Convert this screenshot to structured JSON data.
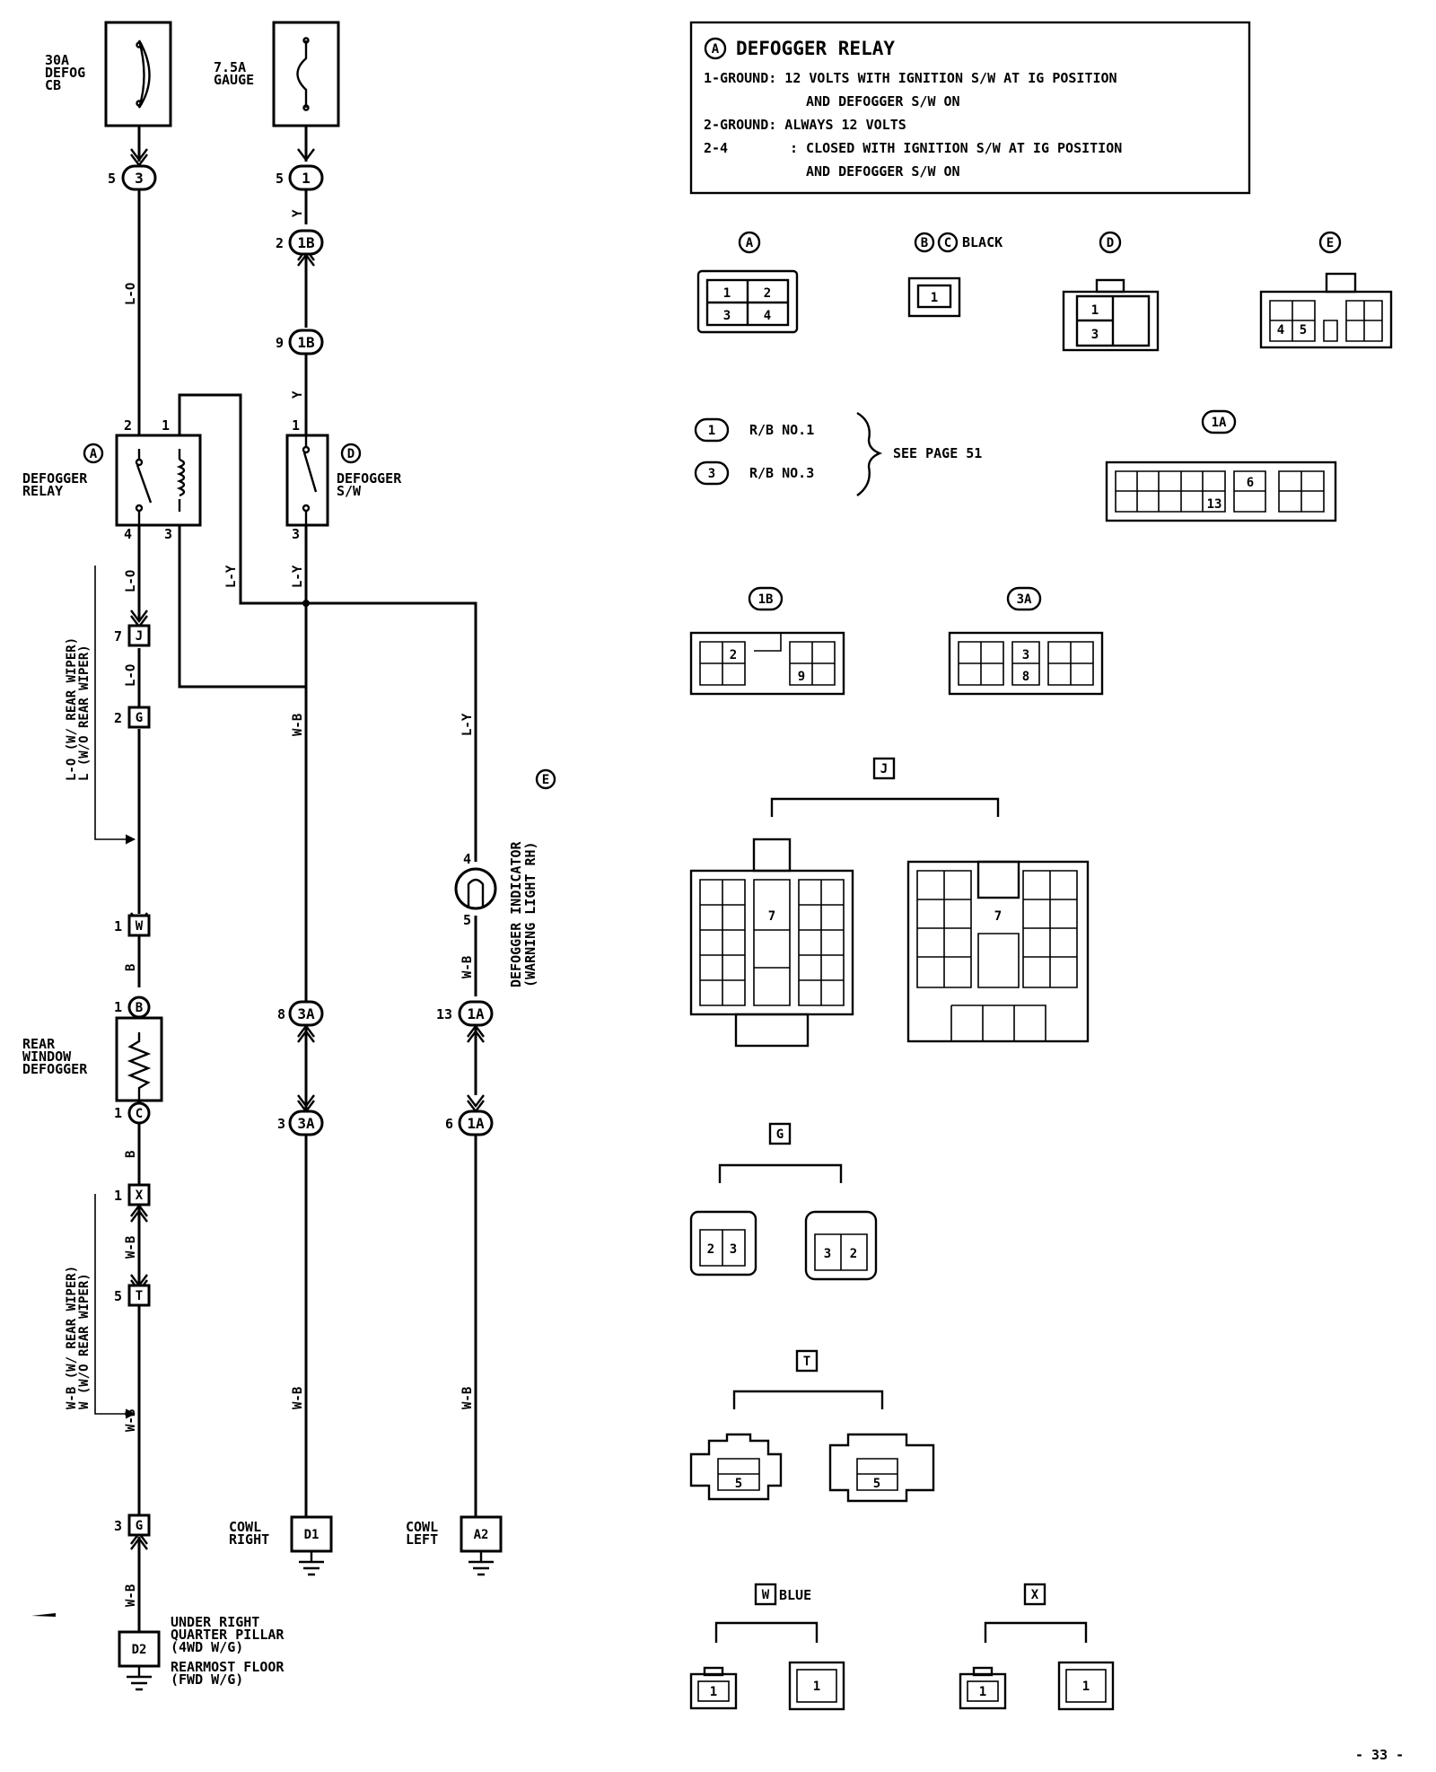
{
  "fuses": {
    "defog_cb": {
      "amp": "30A",
      "l1": "DEFOG",
      "l2": "CB"
    },
    "gauge": {
      "amp": "7.5A",
      "l1": "GAUGE"
    }
  },
  "pins": {
    "p5a": "5",
    "p5b": "5",
    "p2a": "2",
    "p9": "9",
    "relay2": "2",
    "relay1": "1",
    "relay4": "4",
    "relay3": "3",
    "sw1": "1",
    "sw3": "3",
    "p7": "7",
    "p2g": "2",
    "p1w": "1",
    "p1b": "1",
    "p1c": "1",
    "p1x": "1",
    "p5t": "5",
    "p3g": "3",
    "p8": "8",
    "p3": "3",
    "p13": "13",
    "p6": "6",
    "p4e": "4",
    "p5e": "5"
  },
  "connectors": {
    "c3": "3",
    "c1": "1",
    "c1b_a": "1B",
    "c1b_b": "1B",
    "cJ": "J",
    "cG": "G",
    "cW": "W",
    "cB": "B",
    "cC": "C",
    "cX": "X",
    "cT": "T",
    "cG2": "G",
    "c3a_a": "3A",
    "c3a_b": "3A",
    "c1a_a": "1A",
    "c1a_b": "1A",
    "cA": "A",
    "cD": "D",
    "cE": "E"
  },
  "wire_colors": {
    "lo1": "L-O",
    "y1": "Y",
    "y2": "Y",
    "lo2": "L-O",
    "lo3": "L-O",
    "ly1": "L-Y",
    "ly2": "L-Y",
    "ly3": "L-Y",
    "b1": "B",
    "b2": "B",
    "wb1": "W-B",
    "wb2": "W-B",
    "wb3": "W-B",
    "wb4": "W-B",
    "wb5": "W-B",
    "wb6": "W-B",
    "wb7": "W-B"
  },
  "labels": {
    "relay_l1": "DEFOGGER",
    "relay_l2": "RELAY",
    "sw_l1": "DEFOGGER",
    "sw_l2": "S/W",
    "rear_l1": "REAR",
    "rear_l2": "WINDOW",
    "rear_l3": "DEFOGGER",
    "wiper_lo_1": "L-O (W/ REAR WIPER)",
    "wiper_lo_2": "L (W/O REAR WIPER)",
    "wiper_wb_1": "W-B (W/ REAR WIPER)",
    "wiper_wb_2": "W (W/O REAR WIPER)",
    "ind_l1": "DEFOGGER INDICATOR",
    "ind_l2": "(WARNING LIGHT RH)",
    "cowl_r1": "COWL",
    "cowl_r2": "RIGHT",
    "g_d1": "D1",
    "cowl_l1": "COWL",
    "cowl_l2": "LEFT",
    "g_a2": "A2",
    "g_d2": "D2",
    "d2_l1": "UNDER RIGHT",
    "d2_l2": "QUARTER PILLAR",
    "d2_l3": "(4WD W/G)",
    "d2_l4": "REARMOST FLOOR",
    "d2_l5": "(FWD W/G)"
  },
  "spec": {
    "title": "DEFOGGER RELAY",
    "title_letter": "A",
    "r1a": "1-GROUND: 12 VOLTS WITH IGNITION S/W AT IG POSITION",
    "r1b": "AND DEFOGGER S/W ON",
    "r2": "2-GROUND: ALWAYS 12 VOLTS",
    "r3a": "2-4",
    "r3b": ": CLOSED WITH IGNITION S/W AT IG POSITION",
    "r3c": "AND DEFOGGER S/W ON"
  },
  "views": {
    "A": "A",
    "B": "B",
    "C": "C",
    "BC_color": "BLACK",
    "D": "D",
    "E": "E",
    "rb1_code": "1",
    "rb1_name": "R/B NO.1",
    "rb3_code": "3",
    "rb3_name": "R/B NO.3",
    "see_page": "SEE PAGE 51",
    "c1A": "1A",
    "c1B": "1B",
    "c3A": "3A",
    "J": "J",
    "G": "G",
    "T": "T",
    "W": "W",
    "W_color": "BLUE",
    "X": "X",
    "a1": "1",
    "a2": "2",
    "a3": "3",
    "a4": "4",
    "bc1": "1",
    "d1": "1",
    "d3": "3",
    "e4": "4",
    "e5": "5",
    "m6": "6",
    "m13": "13",
    "b2": "2",
    "b9": "9",
    "s3": "3",
    "s8": "8",
    "j7a": "7",
    "j7b": "7",
    "g2a": "2",
    "g3a": "3",
    "g3b": "3",
    "g2b": "2",
    "t5a": "5",
    "t5b": "5",
    "w1a": "1",
    "w1b": "1",
    "x1a": "1",
    "x1b": "1"
  },
  "page_number": "- 33 -"
}
